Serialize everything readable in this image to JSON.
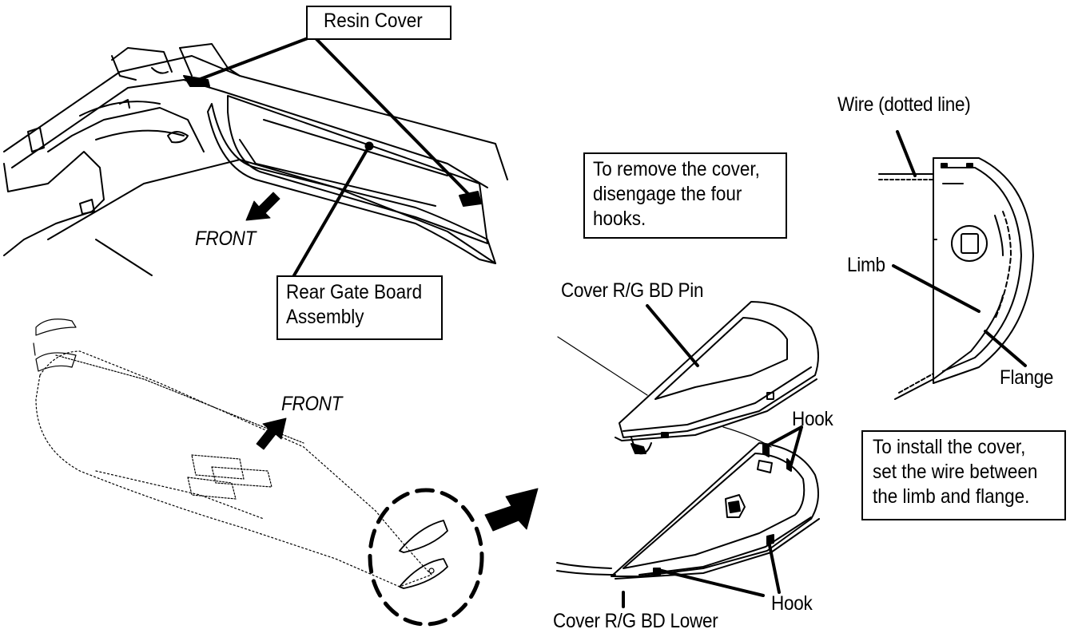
{
  "callouts": {
    "resin_cover": "Resin Cover",
    "rear_gate_board_line1": "Rear Gate Board",
    "rear_gate_board_line2": "Assembly",
    "front_top": "FRONT",
    "front_bottom": "FRONT",
    "wire": "Wire (dotted line)",
    "limb": "Limb",
    "flange": "Flange",
    "cover_pin": "Cover R/G BD Pin",
    "cover_lower": "Cover R/G BD Lower",
    "hook_upper": "Hook",
    "hook_lower": "Hook"
  },
  "notes": {
    "remove_line1": "To remove the cover,",
    "remove_line2": "disengage the four",
    "remove_line3": "hooks.",
    "install_line1": "To install the cover,",
    "install_line2": "set the wire between",
    "install_line3": "the limb and flange."
  }
}
